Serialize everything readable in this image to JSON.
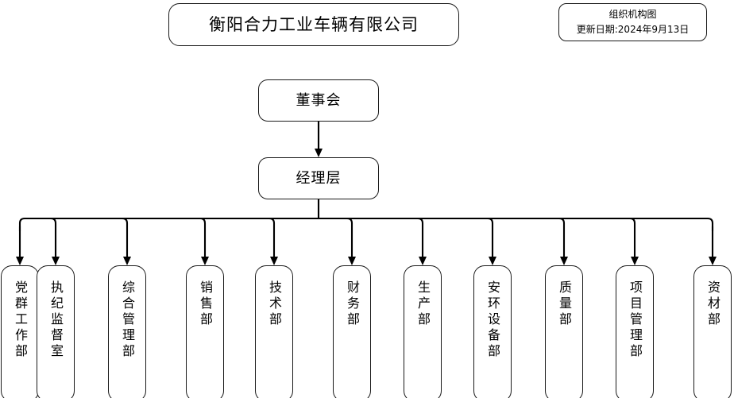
{
  "chart_data": {
    "type": "diagram",
    "title": "衡阳合力工业车辆有限公司",
    "subtitle": "组织机构图",
    "orientation": "top-down",
    "levels": 3
  },
  "company": {
    "name": "衡阳合力工业车辆有限公司"
  },
  "legend": {
    "title": "组织机构图",
    "updated": "更新日期:2024年9月13日"
  },
  "hierarchy": {
    "board": {
      "label": "董事会"
    },
    "management": {
      "label": "经理层"
    },
    "departments": [
      {
        "label": "党群工作部"
      },
      {
        "label": "执纪监督室"
      },
      {
        "label": "综合管理部"
      },
      {
        "label": "销售部"
      },
      {
        "label": "技术部"
      },
      {
        "label": "财务部"
      },
      {
        "label": "生产部"
      },
      {
        "label": "安环设备部"
      },
      {
        "label": "质量部"
      },
      {
        "label": "项目管理部"
      },
      {
        "label": "资材部"
      }
    ]
  },
  "colors": {
    "stroke": "#1a1a1a",
    "fill": "#ffffff",
    "text": "#000000"
  }
}
